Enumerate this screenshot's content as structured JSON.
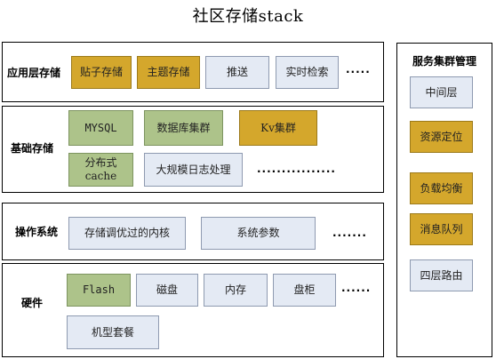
{
  "title": "社区存储stack",
  "layers": {
    "app": {
      "label": "应用层存储",
      "items": [
        "贴子存储",
        "主题存储",
        "推送",
        "实时检索"
      ],
      "more": "....."
    },
    "base": {
      "label": "基础存储",
      "items": [
        "MYSQL",
        "数据库集群",
        "Kv集群",
        "分布式\ncache",
        "大规模日志处理"
      ],
      "more": "................"
    },
    "os": {
      "label": "操作系统",
      "items": [
        "存储调优过的内核",
        "系统参数"
      ],
      "more": "......."
    },
    "hw": {
      "label": "硬件",
      "items": [
        "Flash",
        "磁盘",
        "内存",
        "盘柜",
        "机型套餐"
      ],
      "more": "......"
    }
  },
  "service": {
    "title": "服务集群管理",
    "items": [
      "中间层",
      "资源定位",
      "负载均衡",
      "消息队列",
      "四层路由"
    ]
  },
  "colors": {
    "olive": "#d4a72c",
    "green": "#adc38a",
    "blue": "#e4eaf4",
    "border": "#000000"
  }
}
